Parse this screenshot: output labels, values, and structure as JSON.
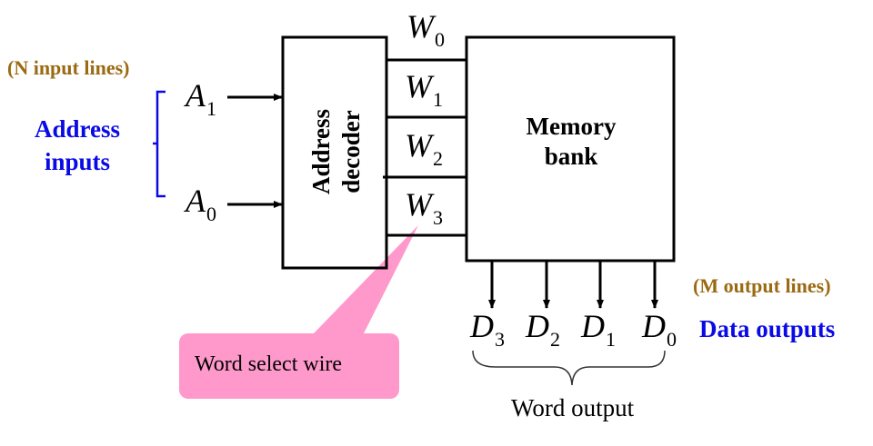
{
  "input_side": {
    "n_label": "(N input lines)",
    "address_inputs": [
      "Address",
      "inputs"
    ],
    "lines": [
      {
        "symbol": "A",
        "sub": "1"
      },
      {
        "symbol": "A",
        "sub": "0"
      }
    ]
  },
  "decoder": {
    "label_line1": "Address",
    "label_line2": "decoder"
  },
  "word_lines": [
    {
      "symbol": "W",
      "sub": "0"
    },
    {
      "symbol": "W",
      "sub": "1"
    },
    {
      "symbol": "W",
      "sub": "2"
    },
    {
      "symbol": "W",
      "sub": "3"
    }
  ],
  "memory": {
    "label_line1": "Memory",
    "label_line2": "bank"
  },
  "outputs": {
    "m_label": "(M output lines)",
    "data_outputs": "Data outputs",
    "lines": [
      {
        "symbol": "D",
        "sub": "3"
      },
      {
        "symbol": "D",
        "sub": "2"
      },
      {
        "symbol": "D",
        "sub": "1"
      },
      {
        "symbol": "D",
        "sub": "0"
      }
    ],
    "word_output": "Word output"
  },
  "callout": {
    "text": "Word select wire",
    "color": "#ff99cc"
  },
  "colors": {
    "annotation_brown": "#9a6a12",
    "annotation_blue": "#0a0ae6",
    "line": "#000000"
  }
}
